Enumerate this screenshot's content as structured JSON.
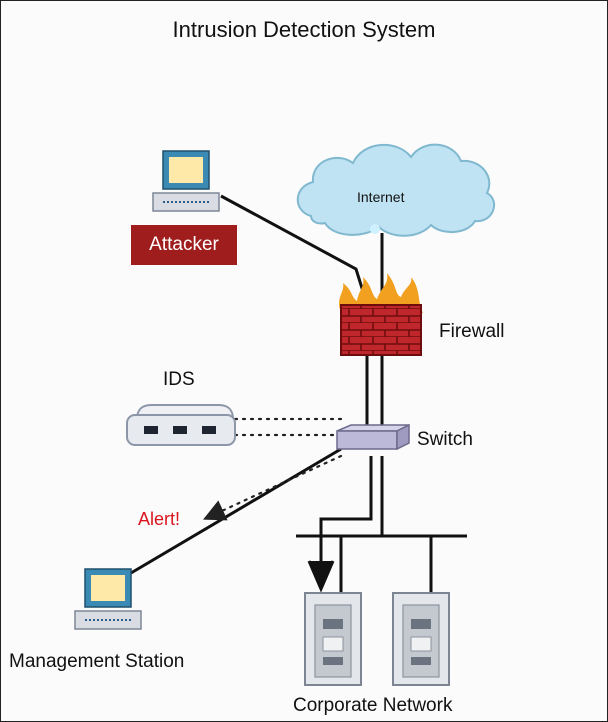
{
  "title": "Intrusion Detection System",
  "labels": {
    "internet": "Internet",
    "attacker": "Attacker",
    "firewall": "Firewall",
    "ids": "IDS",
    "switch": "Switch",
    "alert": "Alert!",
    "management_station": "Management Station",
    "corporate_network": "Corporate Network"
  },
  "colors": {
    "attacker_box": "#a01d1d",
    "alert_text": "#d9141e",
    "cloud": "#bfe3f3",
    "firewall_brick": "#c0272d"
  }
}
